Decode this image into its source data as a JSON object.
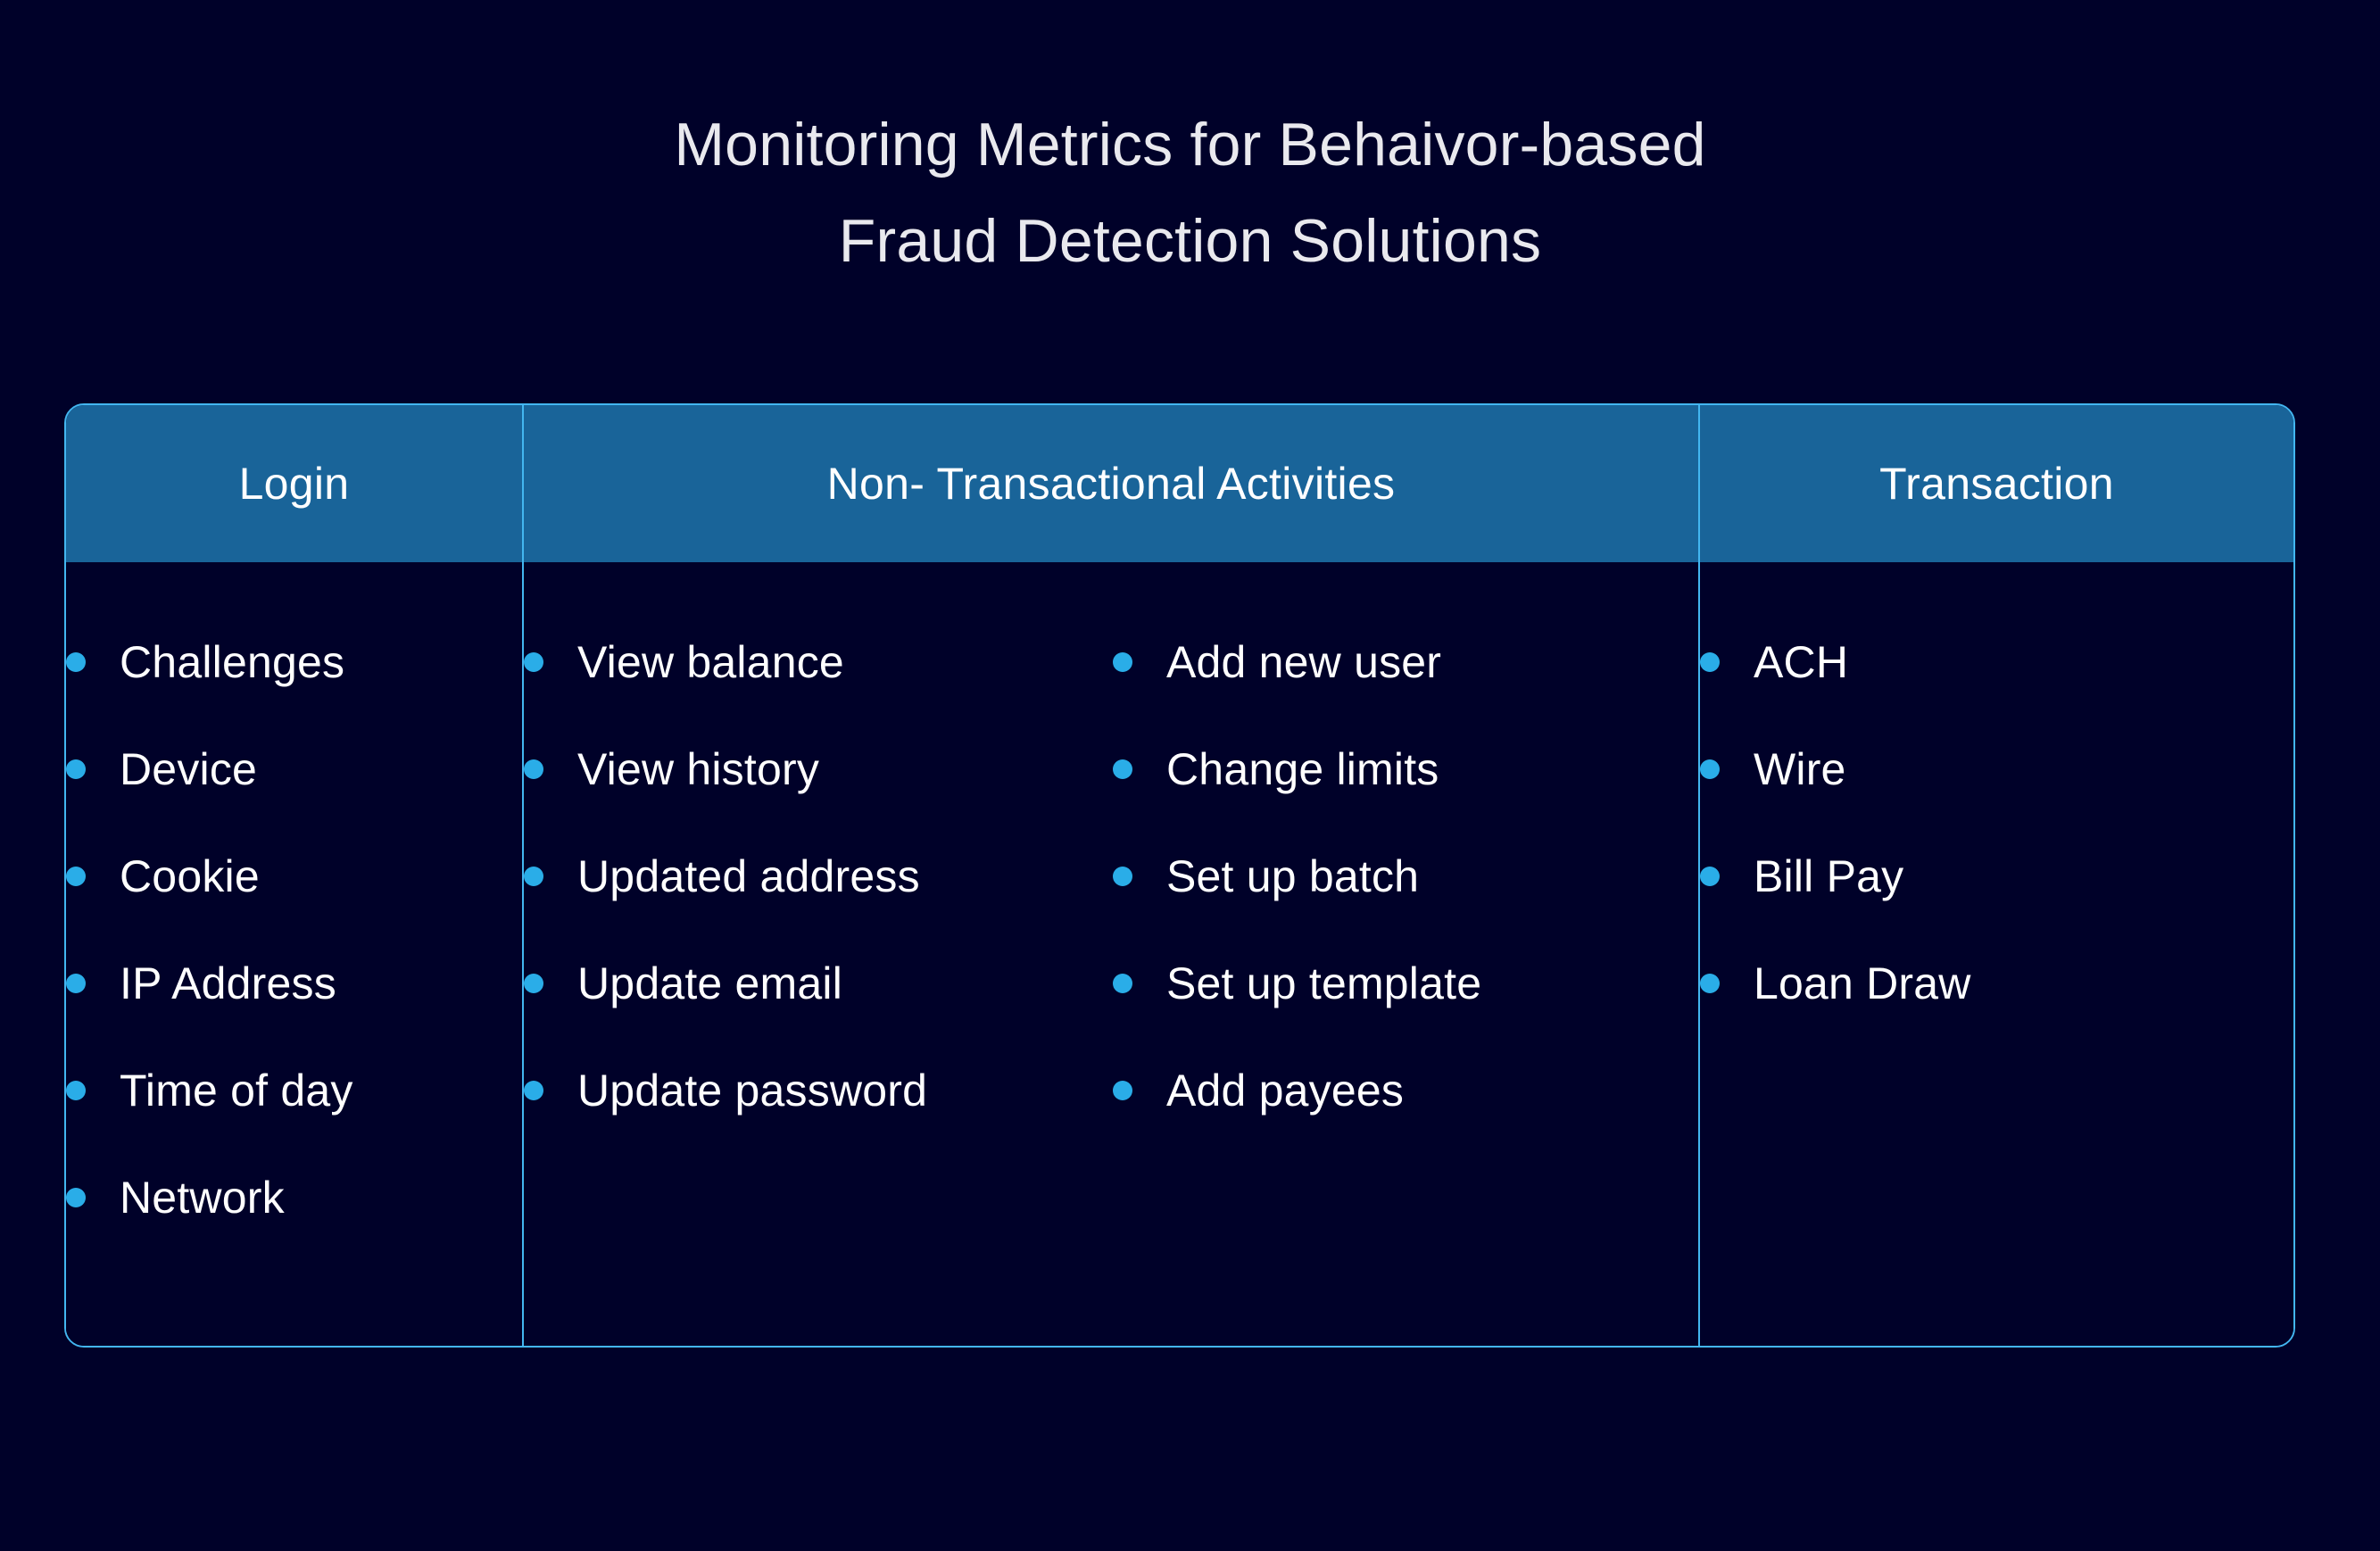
{
  "slide": {
    "background_color": "#000129",
    "title_lines": [
      "Monitoring Metrics for Behaivor-based",
      "Fraud Detection Solutions"
    ],
    "title_color": "#E9E9EE"
  },
  "theme": {
    "header_blue": "#196499",
    "border_blue": "#43B6F0",
    "bullet_blue": "#2AADE8",
    "text_white": "#FFFFFF"
  },
  "table": {
    "headers": [
      {
        "label": "Login"
      },
      {
        "label": "Non- Transactional Activities"
      },
      {
        "label": "Transaction"
      }
    ],
    "columns": [
      {
        "name": "login",
        "items": [
          "Challenges",
          "Device",
          "Cookie",
          "IP Address",
          "Time of day",
          "Network"
        ]
      },
      {
        "name": "non-transactional-activities",
        "sub_lists": [
          {
            "name": "non-transactional-left",
            "items": [
              "View balance",
              "View history",
              "Updated address",
              "Update email",
              "Update password"
            ]
          },
          {
            "name": "non-transactional-right",
            "items": [
              "Add new user",
              "Change limits",
              "Set up batch",
              "Set up template",
              "Add payees"
            ]
          }
        ]
      },
      {
        "name": "transaction",
        "items": [
          "ACH",
          "Wire",
          "Bill Pay",
          "Loan Draw"
        ]
      }
    ]
  }
}
